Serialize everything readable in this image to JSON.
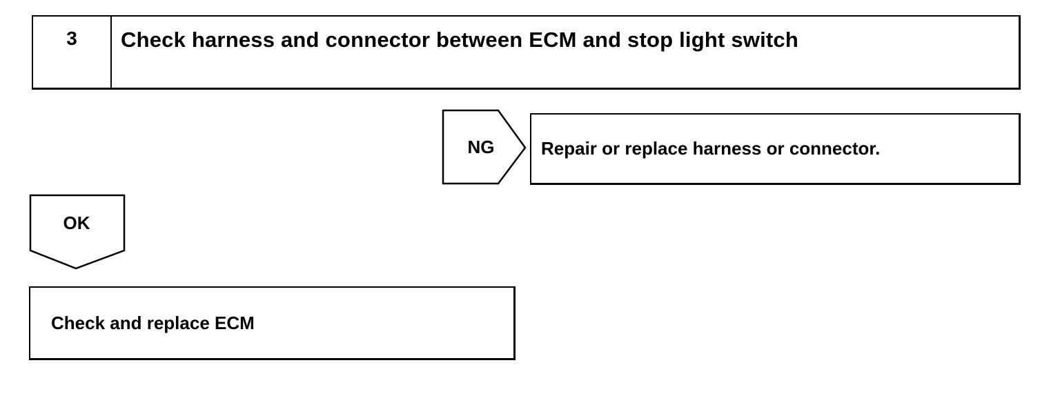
{
  "step": {
    "number": "3",
    "title": "Check harness and connector between ECM and stop light switch"
  },
  "ng_branch": {
    "label": "NG",
    "action": "Repair or replace harness or connector."
  },
  "ok_branch": {
    "label": "OK",
    "action": "Check and replace ECM"
  },
  "colors": {
    "line": "#000000",
    "background": "#ffffff"
  }
}
